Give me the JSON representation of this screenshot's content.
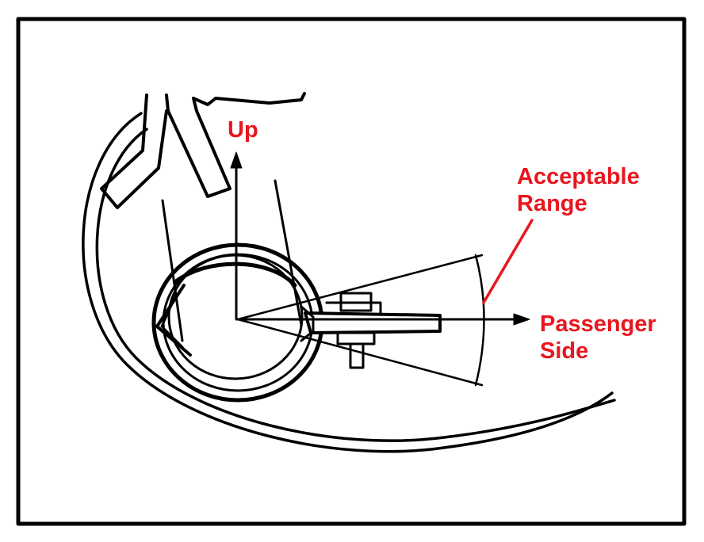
{
  "labels": {
    "up": "Up",
    "acceptable_range": [
      "Acceptable",
      "Range"
    ],
    "passenger_side": [
      "Passenger",
      "Side"
    ]
  },
  "colors": {
    "label": "#e8161e",
    "line": "#000000",
    "background": "#ffffff"
  }
}
